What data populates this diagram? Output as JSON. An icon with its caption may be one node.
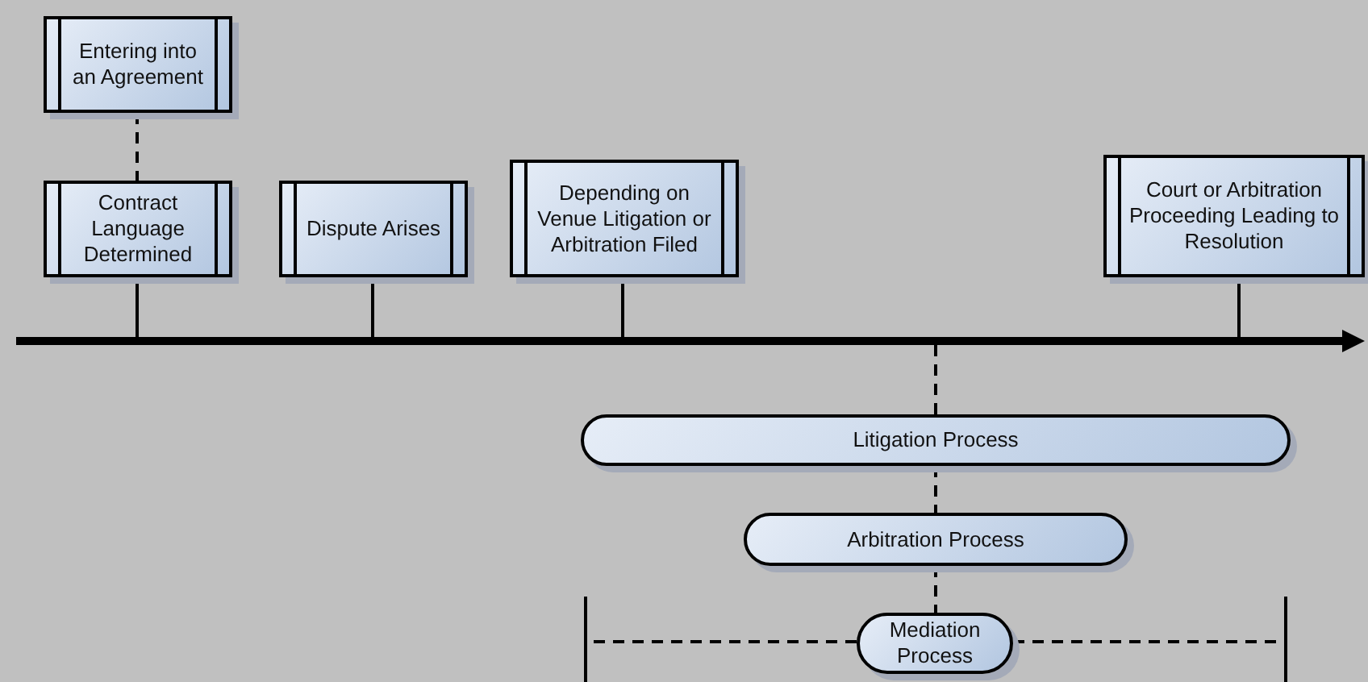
{
  "diagram": {
    "nodes": [
      {
        "text": [
          "Entering into an Agreement"
        ]
      },
      {
        "text": [
          "Contract Language Determined"
        ]
      },
      {
        "text": [
          "Dispute Arises"
        ]
      },
      {
        "text": [
          "Depending on Venue Litigation or Arbitration Filed"
        ]
      },
      {
        "text": [
          "Court or Arbitration Proceeding Leading to Resolution"
        ]
      },
      {
        "text": [],
        "shape": "arrow"
      },
      {
        "text": [
          "Litigation Process"
        ]
      },
      {
        "text": [
          "Arbitration Process"
        ]
      },
      {
        "text": [
          "Mediation Process"
        ]
      }
    ],
    "edges": [
      {
        "from": 0,
        "to": 1,
        "arrow": "none",
        "style": "dashed"
      },
      {
        "from": 1,
        "to": 5,
        "arrow": "none"
      },
      {
        "from": 2,
        "to": 5,
        "arrow": "none"
      },
      {
        "from": 3,
        "to": 5,
        "arrow": "none"
      },
      {
        "from": 4,
        "to": 5,
        "arrow": "none"
      },
      {
        "from": 5,
        "to": 6,
        "arrow": "none",
        "style": "dashed"
      },
      {
        "from": 6,
        "to": 7,
        "arrow": "none",
        "style": "dashed"
      },
      {
        "from": 7,
        "to": 8,
        "arrow": "none",
        "style": "dashed"
      },
      {
        "from": 8,
        "to": null,
        "arrow": "other",
        "style": "dashed"
      },
      {
        "from": 8,
        "to": null,
        "arrow": "other",
        "style": "dashed"
      }
    ]
  }
}
